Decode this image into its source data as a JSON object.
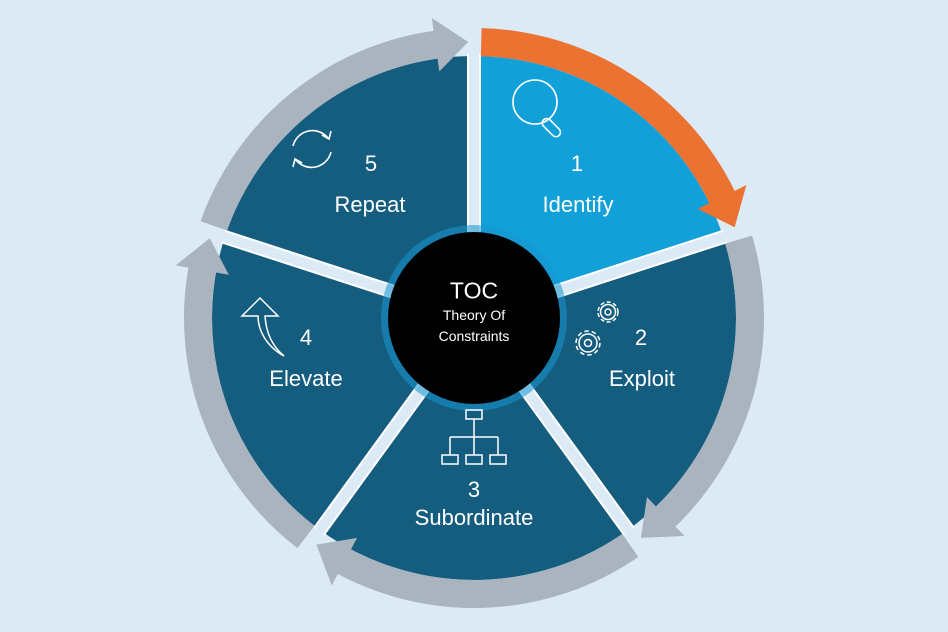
{
  "title": "TOC",
  "subtitle_line1": "Theory Of",
  "subtitle_line2": "Constraints",
  "colors": {
    "background": "#dceaf6",
    "active_segment": "#12a0d8",
    "segment": "#145d7f",
    "ring_arrow": "#a9b4bf",
    "active_arrow": "#ec7232",
    "center": "#000000"
  },
  "steps": [
    {
      "number": "1",
      "label": "Identify",
      "icon": "magnifier-icon",
      "active": true
    },
    {
      "number": "2",
      "label": "Exploit",
      "icon": "gears-icon",
      "active": false
    },
    {
      "number": "3",
      "label": "Subordinate",
      "icon": "hierarchy-icon",
      "active": false
    },
    {
      "number": "4",
      "label": "Elevate",
      "icon": "curved-up-arrow-icon",
      "active": false
    },
    {
      "number": "5",
      "label": "Repeat",
      "icon": "cycle-icon",
      "active": false
    }
  ]
}
